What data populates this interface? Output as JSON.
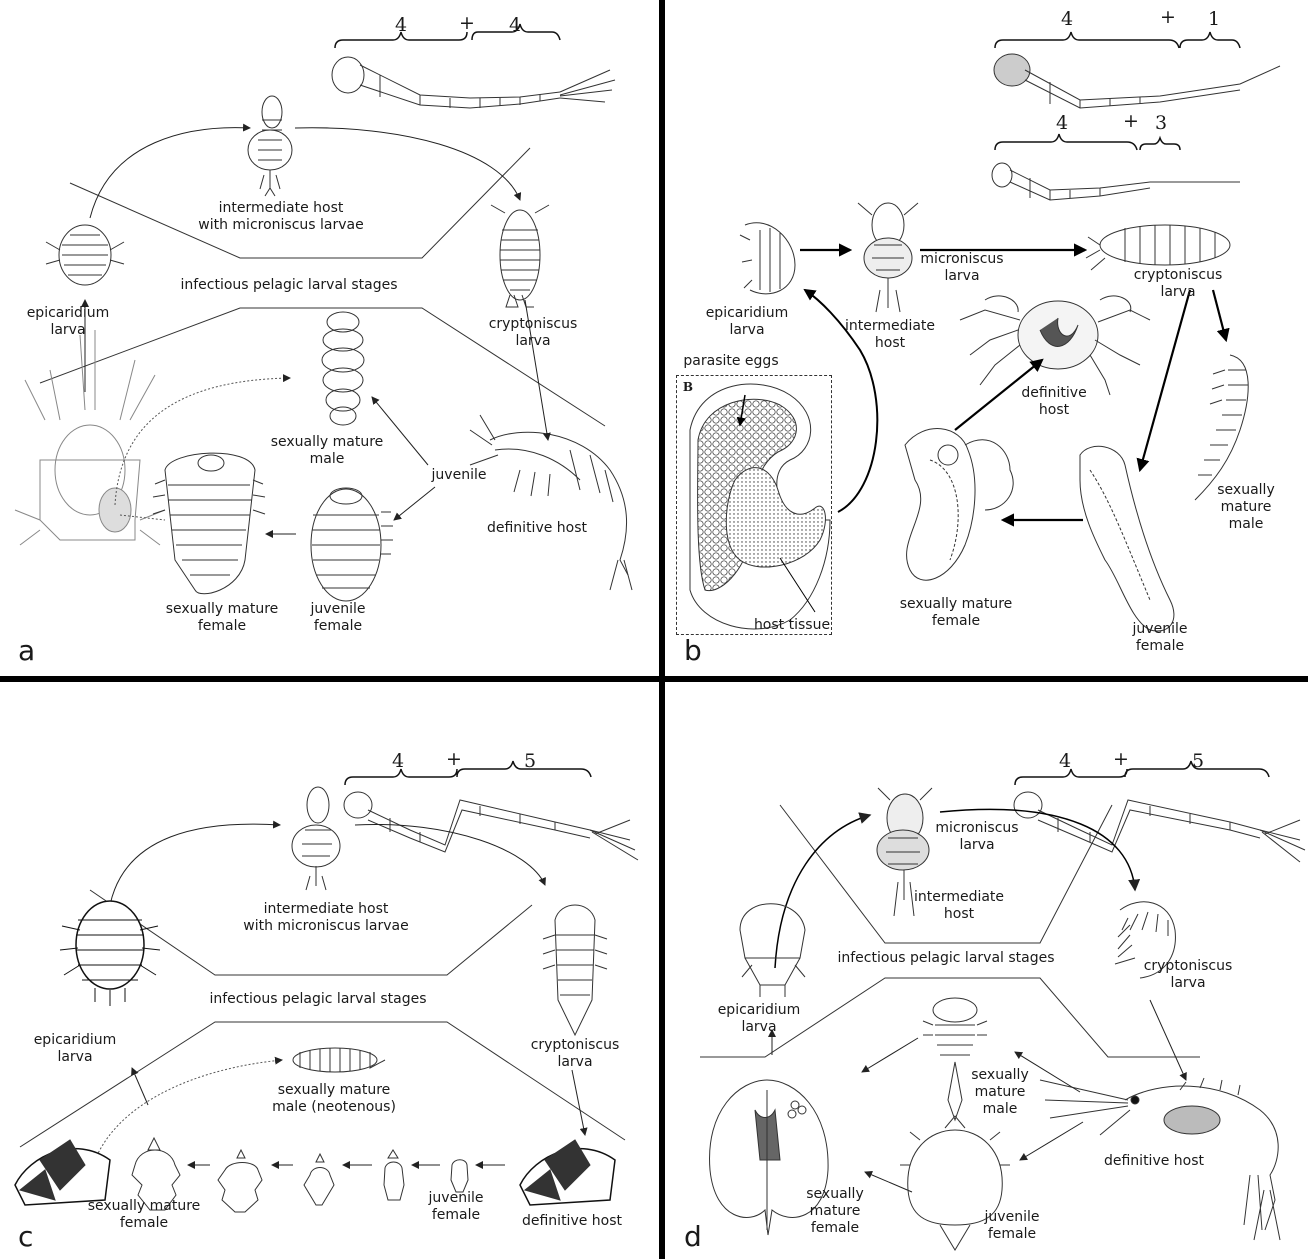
{
  "panels": {
    "a": {
      "letter": "a",
      "brace_left": "4",
      "brace_plus": "+",
      "brace_right": "4",
      "intermediate_host": [
        "intermediate host",
        "with microniscus larvae"
      ],
      "pelagic": "infectious pelagic larval stages",
      "epicaridium": [
        "epicaridium",
        "larva"
      ],
      "cryptoniscus": [
        "cryptoniscus",
        "larva"
      ],
      "male": [
        "sexually mature",
        "male"
      ],
      "juvenile": "juvenile",
      "definitive_host": "definitive host",
      "female": [
        "sexually mature",
        "female"
      ],
      "juvenile_female": [
        "juvenile",
        "female"
      ]
    },
    "b": {
      "letter": "b",
      "brace1_left": "4",
      "brace1_plus": "+",
      "brace1_right": "1",
      "brace2_left": "4",
      "brace2_plus": "+",
      "brace2_right": "3",
      "epicaridium": [
        "epicaridium",
        "larva"
      ],
      "intermediate_host": [
        "intermediate",
        "host"
      ],
      "microniscus": [
        "microniscus",
        "larva"
      ],
      "cryptoniscus": [
        "cryptoniscus",
        "larva"
      ],
      "parasite_eggs": "parasite eggs",
      "inset_letter": "B",
      "definitive_host": [
        "definitive",
        "host"
      ],
      "male": [
        "sexually",
        "mature",
        "male"
      ],
      "female": [
        "sexually mature",
        "female"
      ],
      "juvenile_female": [
        "juvenile",
        "female"
      ],
      "host_tissue": "host tissue"
    },
    "c": {
      "letter": "c",
      "brace_left": "4",
      "brace_plus": "+",
      "brace_right": "5",
      "intermediate_host": [
        "intermediate host",
        "with microniscus larvae"
      ],
      "pelagic": "infectious pelagic larval stages",
      "epicaridium": [
        "epicaridium",
        "larva"
      ],
      "cryptoniscus": [
        "cryptoniscus",
        "larva"
      ],
      "male": [
        "sexually mature",
        "male (neotenous)"
      ],
      "female": [
        "sexually mature",
        "female"
      ],
      "juvenile_female": [
        "juvenile",
        "female"
      ],
      "definitive_host": "definitive host"
    },
    "d": {
      "letter": "d",
      "brace_left": "4",
      "brace_plus": "+",
      "brace_right": "5",
      "microniscus": [
        "microniscus",
        "larva"
      ],
      "intermediate_host": [
        "intermediate",
        "host"
      ],
      "pelagic": "infectious pelagic larval stages",
      "epicaridium": [
        "epicaridium",
        "larva"
      ],
      "cryptoniscus": [
        "cryptoniscus",
        "larva"
      ],
      "male": [
        "sexually",
        "mature",
        "male"
      ],
      "definitive_host": "definitive host",
      "female": [
        "sexually",
        "mature",
        "female"
      ],
      "juvenile_female": [
        "juvenile",
        "female"
      ]
    }
  }
}
